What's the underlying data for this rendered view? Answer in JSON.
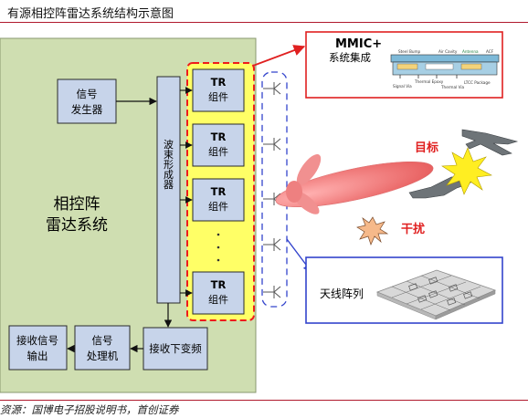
{
  "header": {
    "title": "有源相控阵雷达系统结构示意图"
  },
  "footer": {
    "source": "资源：国博电子招股说明书，首创证券"
  },
  "diagram": {
    "system_label": [
      "相控阵",
      "雷达系统"
    ],
    "signal_generator": [
      "信号",
      "发生器"
    ],
    "beamformer": "波束形成器",
    "tr_modules": [
      {
        "line1": "TR",
        "line2": "组件"
      },
      {
        "line1": "TR",
        "line2": "组件"
      },
      {
        "line1": "TR",
        "line2": "组件"
      },
      {
        "line1": "TR",
        "line2": "组件"
      }
    ],
    "receive_downconvert": "接收下变频",
    "signal_processor": [
      "信号",
      "处理机"
    ],
    "receive_output": [
      "接收信号",
      "输出"
    ],
    "mmic": {
      "title": "MMIC+",
      "subtitle": "系统集成"
    },
    "mmic_labels": [
      "Steel Bump",
      "Air Cavity",
      "Antenna",
      "ACF",
      "Thermal Epoxy",
      "Signal Via",
      "Thermal Via",
      "LTCC Package"
    ],
    "antenna_array": "天线阵列",
    "target": "目标",
    "interference": "干扰",
    "colors": {
      "system_bg": "#cfdeb1",
      "system_border": "#8a9870",
      "box_bg": "#c7d4ea",
      "box_border": "#2a2a2a",
      "highlight": "#ffff66",
      "highlight_border": "#ee1b1b",
      "accent_red": "#e02020",
      "dashed_blue": "#3344cc",
      "beam": "#f08080",
      "burst": "#ffee22"
    }
  }
}
